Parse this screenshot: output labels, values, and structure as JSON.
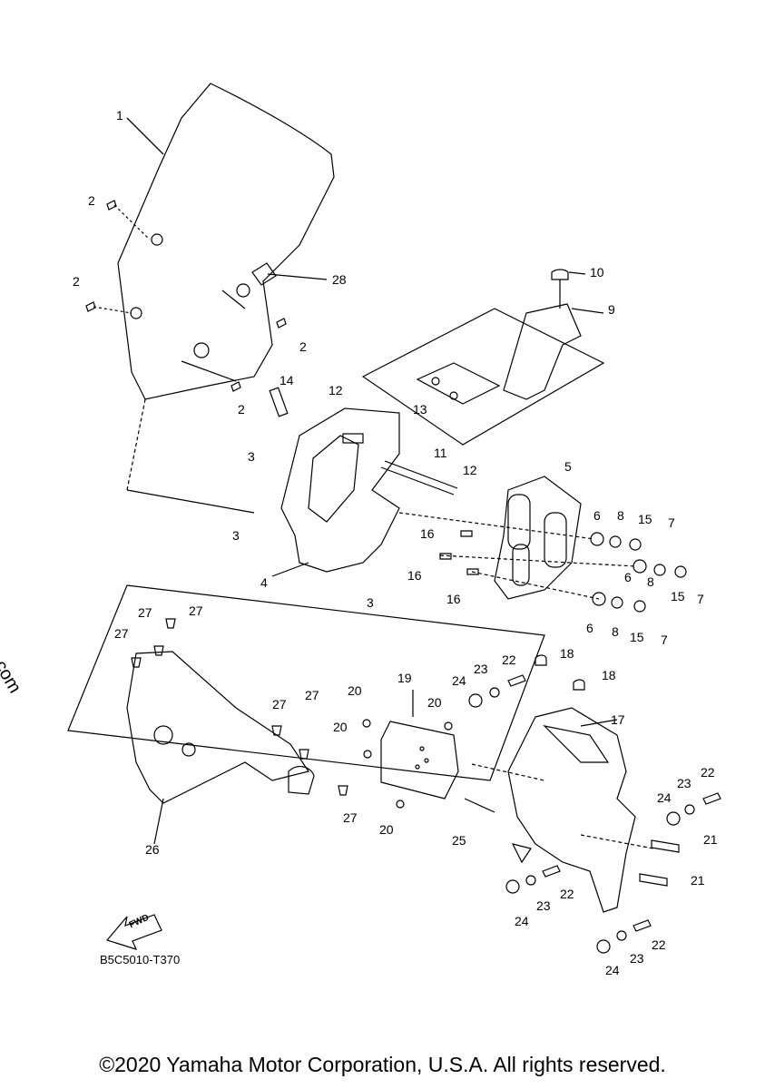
{
  "watermark": "© Partzilla.com",
  "diagram_code": "B5C5010-T370",
  "fwd_label": "FWD",
  "copyright": "©2020 Yamaha Motor Corporation, U.S.A. All rights reserved.",
  "callouts": [
    "1",
    "2",
    "2",
    "2",
    "2",
    "28",
    "10",
    "9",
    "14",
    "12",
    "13",
    "3",
    "11",
    "12",
    "5",
    "6",
    "8",
    "15",
    "7",
    "3",
    "16",
    "16",
    "6",
    "8",
    "15",
    "7",
    "4",
    "3",
    "16",
    "6",
    "8",
    "15",
    "7",
    "27",
    "27",
    "27",
    "18",
    "22",
    "23",
    "24",
    "19",
    "18",
    "17",
    "27",
    "20",
    "27",
    "20",
    "20",
    "20",
    "24",
    "23",
    "22",
    "27",
    "25",
    "21",
    "26",
    "21",
    "22",
    "23",
    "24",
    "22",
    "23",
    "24"
  ]
}
